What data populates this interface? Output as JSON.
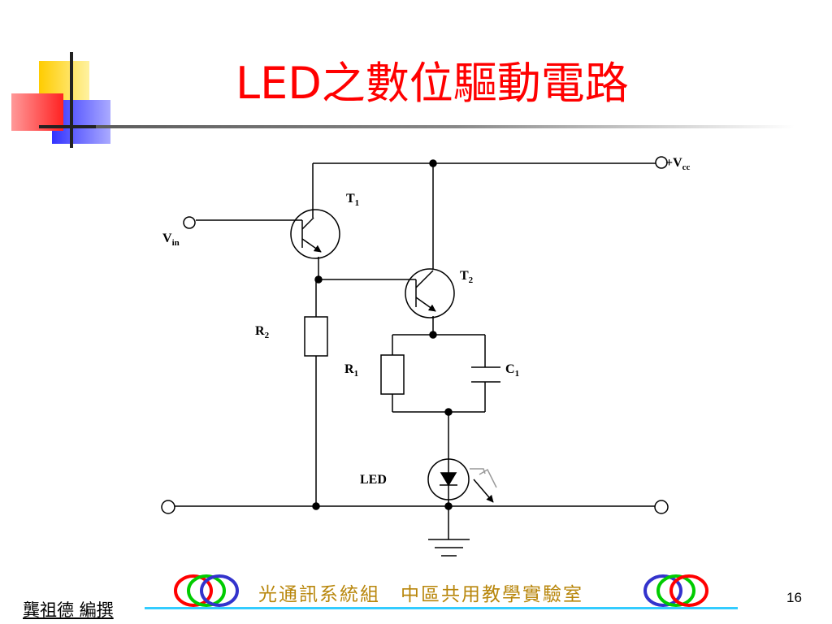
{
  "slide": {
    "title": "LED之數位驅動電路",
    "page_number": "16"
  },
  "circuit": {
    "labels": {
      "vcc_main": "+V",
      "vcc_sub": "cc",
      "vin_main": "V",
      "vin_sub": "in",
      "t1_main": "T",
      "t1_sub": "1",
      "t2_main": "T",
      "t2_sub": "2",
      "r1_main": "R",
      "r1_sub": "1",
      "r2_main": "R",
      "r2_sub": "2",
      "c1_main": "C",
      "c1_sub": "1",
      "led": "LED"
    }
  },
  "footer": {
    "lab_name": "光通訊系統組　中區共用教學實驗室",
    "author": "龔祖德  編撰"
  },
  "colors": {
    "title": "#ff0000",
    "footer_text": "#b8860b",
    "footer_line": "#33ccff",
    "logo_red": "#ff0000",
    "logo_green": "#00cc00",
    "logo_blue": "#3333cc",
    "deco_yellow": "#ffcc00",
    "deco_red": "#ff3333",
    "deco_blue": "#3333ff"
  }
}
